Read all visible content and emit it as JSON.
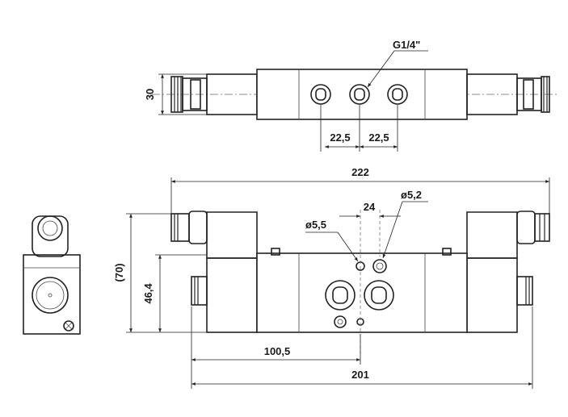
{
  "drawing": {
    "type": "technical-dimension-drawing",
    "units": "mm",
    "views": [
      "top-view",
      "front-view",
      "side-view"
    ]
  },
  "labels": {
    "port_thread": "G1/4\"",
    "top_height": "30",
    "port_pitch_left": "22,5",
    "port_pitch_right": "22,5",
    "overall_length_coils": "222",
    "mount_hole_spacing": "24",
    "hole_dia_small": "ø5,2",
    "hole_dia_large": "ø5,5",
    "overall_height": "(70)",
    "body_height": "46,4",
    "half_length": "100,5",
    "overall_length_body": "201"
  }
}
